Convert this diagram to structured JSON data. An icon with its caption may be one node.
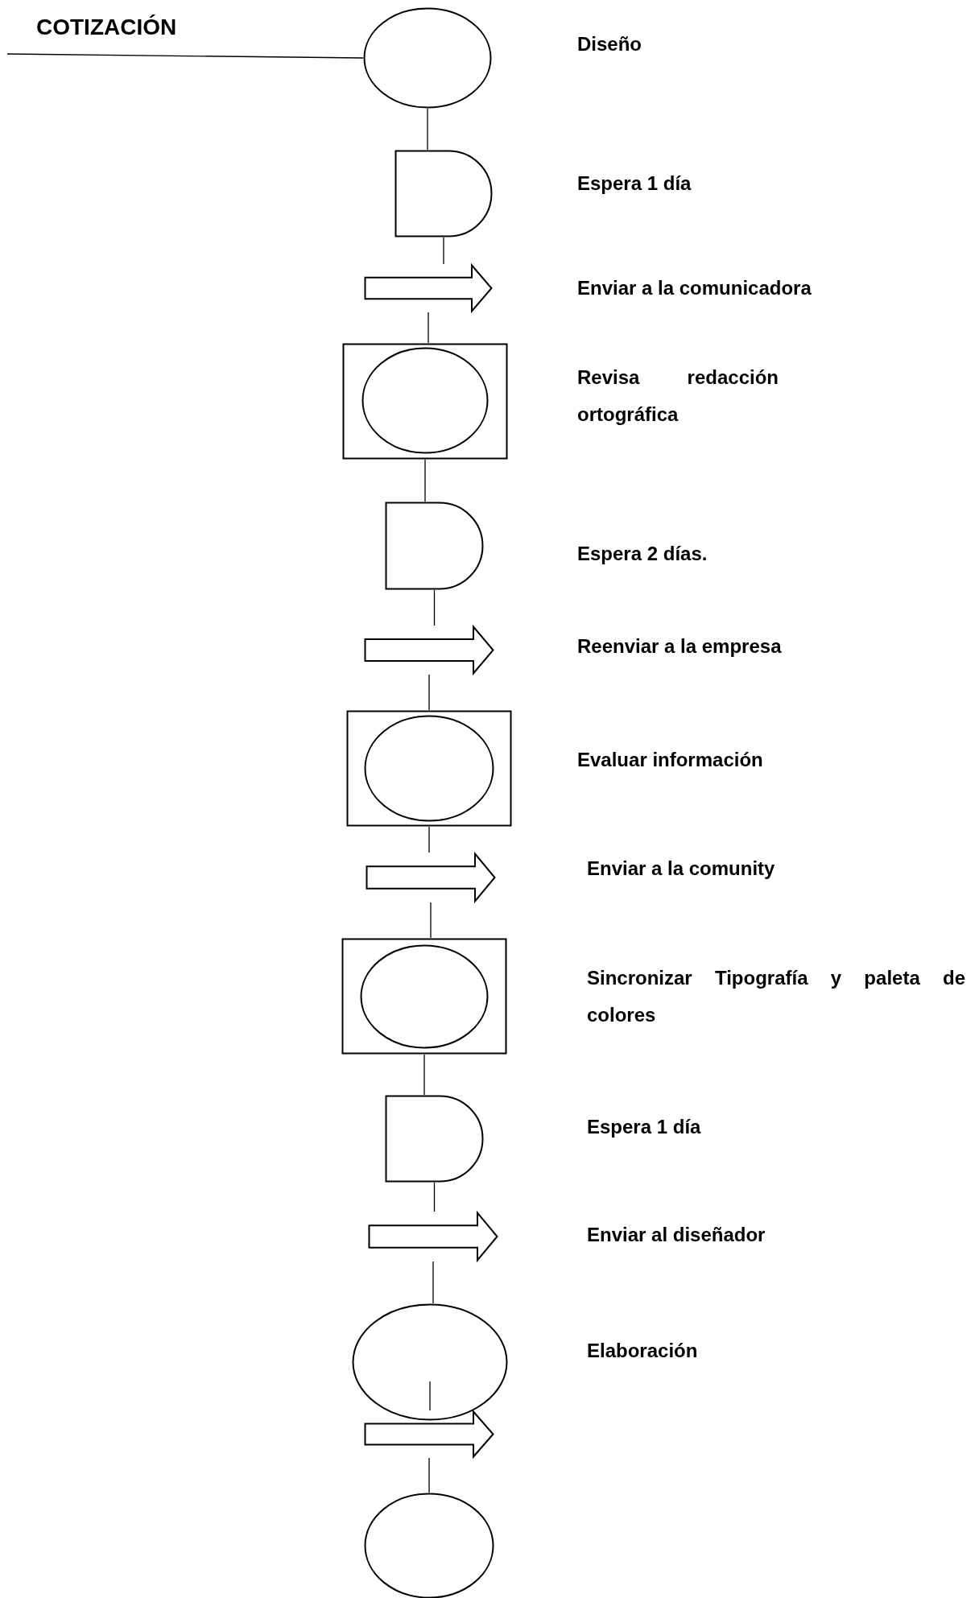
{
  "diagram": {
    "nodes": [
      {
        "text": [
          "COTIZACIÓN"
        ]
      },
      {
        "text": [],
        "shape": "circle"
      },
      {
        "text": [],
        "shape": "delay"
      },
      {
        "text": [],
        "shape": "arrow"
      },
      {
        "text": [],
        "shape": "box"
      },
      {
        "text": [],
        "shape": "circle",
        "in": 4
      },
      {
        "text": [],
        "shape": "delay"
      },
      {
        "text": [],
        "shape": "arrow"
      },
      {
        "text": [],
        "shape": "box"
      },
      {
        "text": [],
        "shape": "circle",
        "in": 8
      },
      {
        "text": [],
        "shape": "arrow"
      },
      {
        "text": [],
        "shape": "box"
      },
      {
        "text": [],
        "shape": "circle",
        "in": 11
      },
      {
        "text": [],
        "shape": "delay"
      },
      {
        "text": [],
        "shape": "arrow"
      },
      {
        "text": [],
        "shape": "circle"
      },
      {
        "text": [],
        "shape": "arrow"
      },
      {
        "text": [],
        "shape": "circle"
      }
    ],
    "edges": [
      {
        "from": 0,
        "to": 1,
        "arrow": "none"
      },
      {
        "from": 1,
        "to": 2,
        "arrow": "none"
      },
      {
        "from": 2,
        "to": 3,
        "arrow": "none"
      },
      {
        "from": 3,
        "to": 4,
        "arrow": "none"
      },
      {
        "from": 4,
        "to": 6,
        "arrow": "none"
      },
      {
        "from": 6,
        "to": 7,
        "arrow": "none"
      },
      {
        "from": 7,
        "to": 8,
        "arrow": "none"
      },
      {
        "from": 8,
        "to": 10,
        "arrow": "none"
      },
      {
        "from": 10,
        "to": 11,
        "arrow": "none"
      },
      {
        "from": 11,
        "to": 13,
        "arrow": "none"
      },
      {
        "from": 13,
        "to": 14,
        "arrow": "none"
      },
      {
        "from": 14,
        "to": 15,
        "arrow": "none"
      },
      {
        "from": 15,
        "to": 16,
        "arrow": "none"
      },
      {
        "from": 16,
        "to": 17,
        "arrow": "none"
      }
    ],
    "labels": [
      "Diseño",
      "Espera 1 día",
      "Enviar a la comunicadora",
      "Revisa redacción ortográfica",
      "Espera 2 días.",
      "Reenviar a la empresa",
      "Evaluar información",
      "Enviar a la comunity",
      "Sincronizar Tipografía y paleta de colores",
      "Espera 1 día",
      "Enviar al diseñador",
      "Elaboración"
    ]
  }
}
